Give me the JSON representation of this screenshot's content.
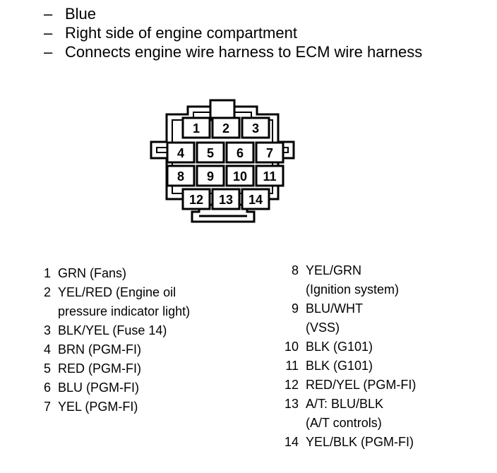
{
  "header": {
    "lines": [
      "Blue",
      "Right side of engine compartment",
      "Connects engine wire harness to ECM wire harness"
    ],
    "dash": "–"
  },
  "connector": {
    "stroke_color": "#000000",
    "fill_color": "#ffffff",
    "rows": [
      [
        "1",
        "2",
        "3"
      ],
      [
        "4",
        "5",
        "6",
        "7"
      ],
      [
        "8",
        "9",
        "10",
        "11"
      ],
      [
        "12",
        "13",
        "14"
      ]
    ]
  },
  "pins_left": [
    {
      "num": "1",
      "lines": [
        "GRN (Fans)"
      ]
    },
    {
      "num": "2",
      "lines": [
        "YEL/RED (Engine oil",
        "pressure indicator light)"
      ]
    },
    {
      "num": "3",
      "lines": [
        "BLK/YEL (Fuse 14)"
      ]
    },
    {
      "num": "4",
      "lines": [
        "BRN (PGM-FI)"
      ]
    },
    {
      "num": "5",
      "lines": [
        "RED (PGM-FI)"
      ]
    },
    {
      "num": "6",
      "lines": [
        "BLU (PGM-FI)"
      ]
    },
    {
      "num": "7",
      "lines": [
        "YEL (PGM-FI)"
      ]
    }
  ],
  "pins_right": [
    {
      "num": "8",
      "lines": [
        "YEL/GRN",
        "(Ignition system)"
      ]
    },
    {
      "num": "9",
      "lines": [
        "BLU/WHT",
        "(VSS)"
      ]
    },
    {
      "num": "10",
      "lines": [
        "BLK (G101)"
      ]
    },
    {
      "num": "11",
      "lines": [
        "BLK (G101)"
      ]
    },
    {
      "num": "12",
      "lines": [
        "RED/YEL (PGM-FI)"
      ]
    },
    {
      "num": "13",
      "lines": [
        "A/T: BLU/BLK",
        "(A/T controls)"
      ]
    },
    {
      "num": "14",
      "lines": [
        "YEL/BLK (PGM-FI)"
      ]
    }
  ]
}
